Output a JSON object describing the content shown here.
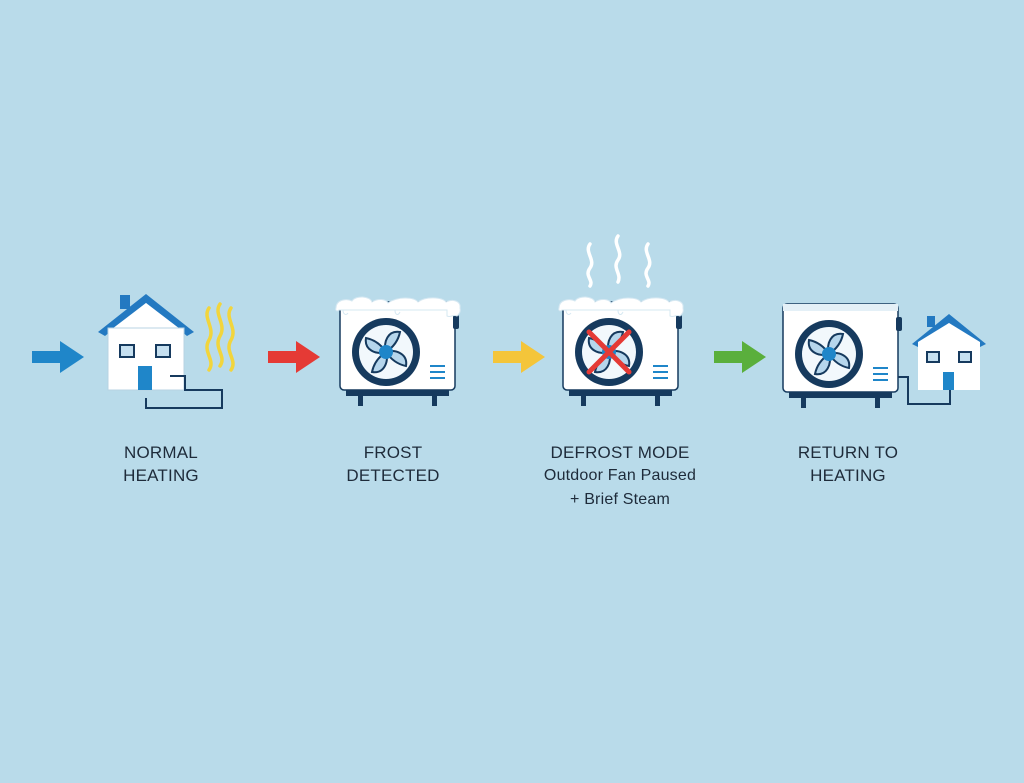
{
  "steps": [
    {
      "title_line1": "NORMAL",
      "title_line2": "HEATING",
      "arrow_color": "#1f86c9"
    },
    {
      "title_line1": "FROST",
      "title_line2": "DETECTED",
      "arrow_color": "#e53a35"
    },
    {
      "title_line1": "DEFROST MODE",
      "sub_line1": "Outdoor Fan Paused",
      "sub_line2": "+ Brief Steam",
      "arrow_color": "#f4c53a"
    },
    {
      "title_line1": "RETURN TO",
      "title_line2": "HEATING",
      "arrow_color": "#5aaf3c"
    }
  ],
  "icons": [
    "arrow-icon",
    "house-icon",
    "heat-waves-icon",
    "outdoor-unit-icon",
    "frost-icon",
    "fan-icon",
    "cross-mark-icon",
    "steam-icon"
  ],
  "colors": {
    "background": "#b9dbea",
    "roof": "#2379c1",
    "unit_body": "#ffffff",
    "fan_ring": "#163a5e",
    "fan_blade": "#b6d6ec",
    "heat_waves": "#f2d53c",
    "cross": "#e53a35",
    "steam": "#ffffff"
  }
}
